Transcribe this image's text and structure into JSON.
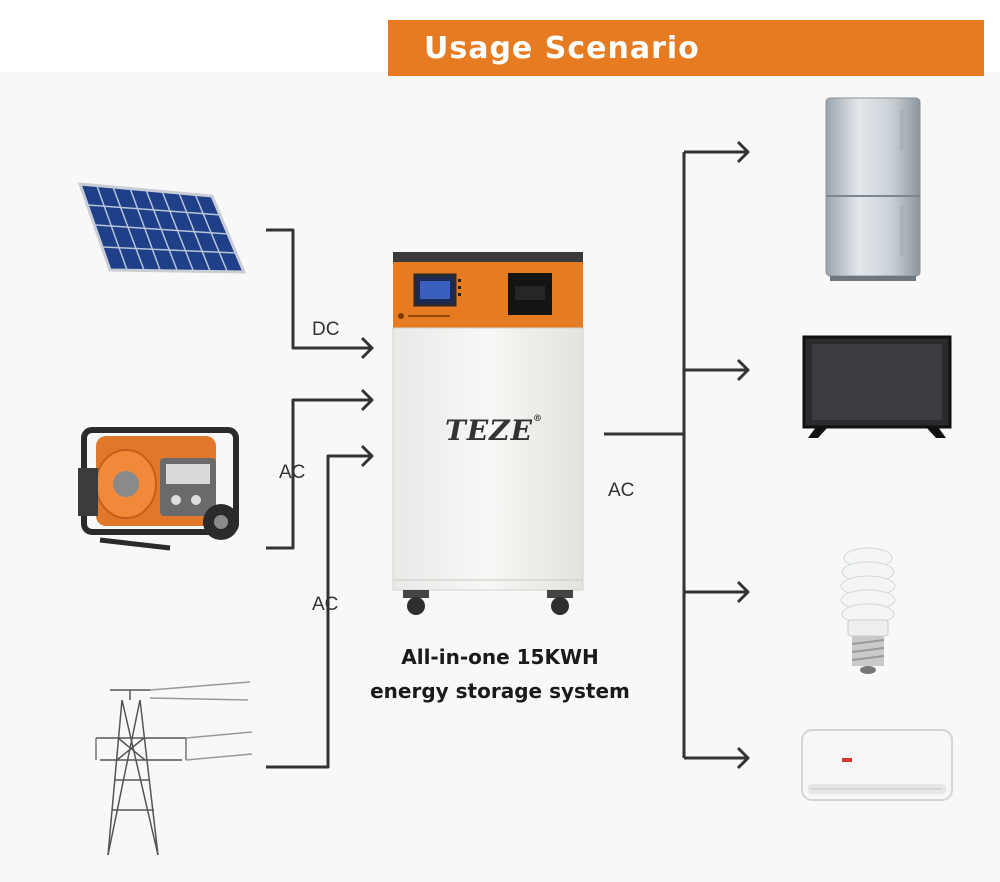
{
  "header": {
    "title": "Usage Scenario"
  },
  "colors": {
    "accent": "#e67b21",
    "line": "#333333"
  },
  "sources": [
    {
      "name": "solar-panel",
      "icon": "solar-panel-icon"
    },
    {
      "name": "generator",
      "icon": "generator-icon"
    },
    {
      "name": "power-grid",
      "icon": "power-tower-icon"
    }
  ],
  "labels": {
    "solar": "DC",
    "generator": "AC",
    "grid": "AC",
    "output": "AC"
  },
  "unit": {
    "brand": "TEZE",
    "brand_mark": "®",
    "caption_line1": "All-in-one 15KWH",
    "caption_line2": "energy storage system"
  },
  "loads": [
    {
      "name": "refrigerator",
      "icon": "refrigerator-icon"
    },
    {
      "name": "television",
      "icon": "tv-icon"
    },
    {
      "name": "light-bulb",
      "icon": "light-bulb-icon"
    },
    {
      "name": "air-conditioner",
      "icon": "air-conditioner-icon"
    }
  ]
}
